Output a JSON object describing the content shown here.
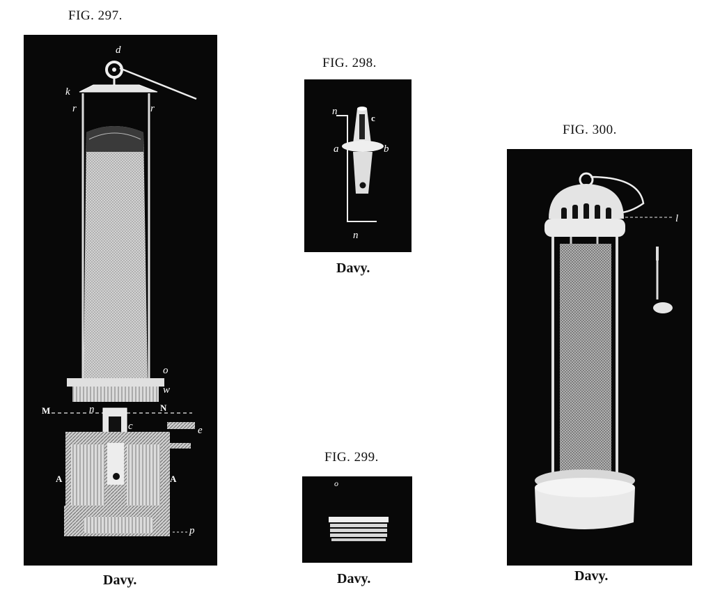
{
  "figures": [
    {
      "caption": "FIG. 297.",
      "subcaption": "Davy.",
      "labels": {
        "d": "d",
        "k": "k",
        "r1": "r",
        "r2": "r",
        "o": "o",
        "w": "w",
        "M": "M",
        "n": "n",
        "N": "N",
        "c": "c",
        "e": "e",
        "A1": "A",
        "A2": "A",
        "p": "p"
      }
    },
    {
      "caption": "FIG. 298.",
      "subcaption": "Davy.",
      "labels": {
        "n_top": "n",
        "c": "c",
        "a": "a",
        "b": "b",
        "n_bottom": "n"
      }
    },
    {
      "caption": "FIG. 299.",
      "subcaption": "Davy.",
      "labels": {
        "o": "o"
      }
    },
    {
      "caption": "FIG. 300.",
      "subcaption": "Davy.",
      "labels": {
        "l": "l"
      }
    }
  ]
}
